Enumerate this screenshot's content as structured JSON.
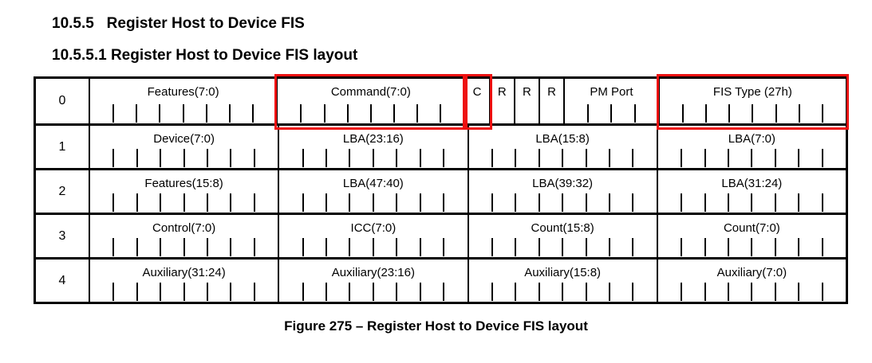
{
  "page": {
    "heading1": "10.5.5   Register Host to Device FIS",
    "heading2": "10.5.5.1 Register Host to Device FIS layout",
    "caption": "Figure 275 – Register Host to Device FIS layout"
  },
  "colors": {
    "highlight_red": "#ee1111",
    "line_black": "#000000"
  },
  "table": {
    "rows": [
      {
        "row_label": "0",
        "fields": [
          {
            "label": "Features(7:0)",
            "bits": 8,
            "highlight": false
          },
          {
            "label": "Command(7:0)",
            "bits": 8,
            "highlight": true
          },
          {
            "label": "C",
            "bits": 1,
            "highlight": true
          },
          {
            "label": "R",
            "bits": 1,
            "highlight": false
          },
          {
            "label": "R",
            "bits": 1,
            "highlight": false
          },
          {
            "label": "R",
            "bits": 1,
            "highlight": false
          },
          {
            "label": "PM Port",
            "bits": 4,
            "highlight": false
          },
          {
            "label": "FIS Type (27h)",
            "bits": 8,
            "highlight": true
          }
        ]
      },
      {
        "row_label": "1",
        "fields": [
          {
            "label": "Device(7:0)",
            "bits": 8,
            "highlight": false
          },
          {
            "label": "LBA(23:16)",
            "bits": 8,
            "highlight": false
          },
          {
            "label": "LBA(15:8)",
            "bits": 8,
            "highlight": false
          },
          {
            "label": "LBA(7:0)",
            "bits": 8,
            "highlight": false
          }
        ]
      },
      {
        "row_label": "2",
        "fields": [
          {
            "label": "Features(15:8)",
            "bits": 8,
            "highlight": false
          },
          {
            "label": "LBA(47:40)",
            "bits": 8,
            "highlight": false
          },
          {
            "label": "LBA(39:32)",
            "bits": 8,
            "highlight": false
          },
          {
            "label": "LBA(31:24)",
            "bits": 8,
            "highlight": false
          }
        ]
      },
      {
        "row_label": "3",
        "fields": [
          {
            "label": "Control(7:0)",
            "bits": 8,
            "highlight": false
          },
          {
            "label": "ICC(7:0)",
            "bits": 8,
            "highlight": false
          },
          {
            "label": "Count(15:8)",
            "bits": 8,
            "highlight": false
          },
          {
            "label": "Count(7:0)",
            "bits": 8,
            "highlight": false
          }
        ]
      },
      {
        "row_label": "4",
        "fields": [
          {
            "label": "Auxiliary(31:24)",
            "bits": 8,
            "highlight": false
          },
          {
            "label": "Auxiliary(23:16)",
            "bits": 8,
            "highlight": false
          },
          {
            "label": "Auxiliary(15:8)",
            "bits": 8,
            "highlight": false
          },
          {
            "label": "Auxiliary(7:0)",
            "bits": 8,
            "highlight": false
          }
        ]
      }
    ]
  }
}
